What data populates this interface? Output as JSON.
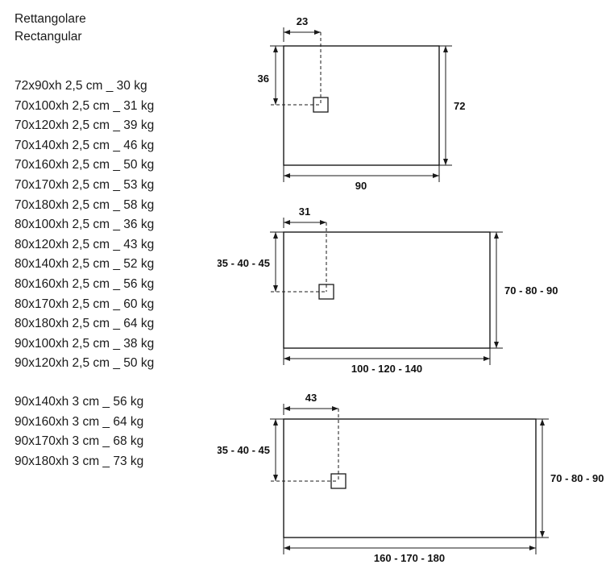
{
  "title": {
    "line1": "Rettangolare",
    "line2": "Rectangular"
  },
  "sizes_h25": [
    "72x90xh 2,5 cm _ 30 kg",
    "70x100xh 2,5 cm _ 31 kg",
    "70x120xh 2,5 cm _ 39 kg",
    "70x140xh 2,5 cm _ 46 kg",
    "70x160xh 2,5 cm _ 50 kg",
    "70x170xh 2,5 cm _ 53 kg",
    "70x180xh 2,5 cm _ 58 kg",
    "80x100xh 2,5 cm _ 36 kg",
    "80x120xh 2,5 cm _ 43 kg",
    "80x140xh 2,5 cm _ 52 kg",
    "80x160xh 2,5 cm _ 56 kg",
    "80x170xh 2,5 cm _ 60 kg",
    "80x180xh 2,5 cm _ 64 kg",
    "90x100xh 2,5 cm _ 38 kg",
    "90x120xh 2,5 cm _ 50 kg"
  ],
  "sizes_h3": [
    "90x140xh 3 cm _ 56 kg",
    "90x160xh 3 cm _ 64 kg",
    "90x170xh 3 cm _ 68 kg",
    "90x180xh 3 cm _ 73 kg"
  ],
  "diagrams": [
    {
      "drain_offset_x": "23",
      "drain_offset_y": "36",
      "height": "72",
      "width": "90"
    },
    {
      "drain_offset_x": "31",
      "drain_offset_y": "35 - 40 - 45",
      "height": "70 - 80 - 90",
      "width": "100 - 120 - 140"
    },
    {
      "drain_offset_x": "43",
      "drain_offset_y": "35 - 40 - 45",
      "height": "70 - 80 - 90",
      "width": "160 - 170 - 180"
    }
  ]
}
